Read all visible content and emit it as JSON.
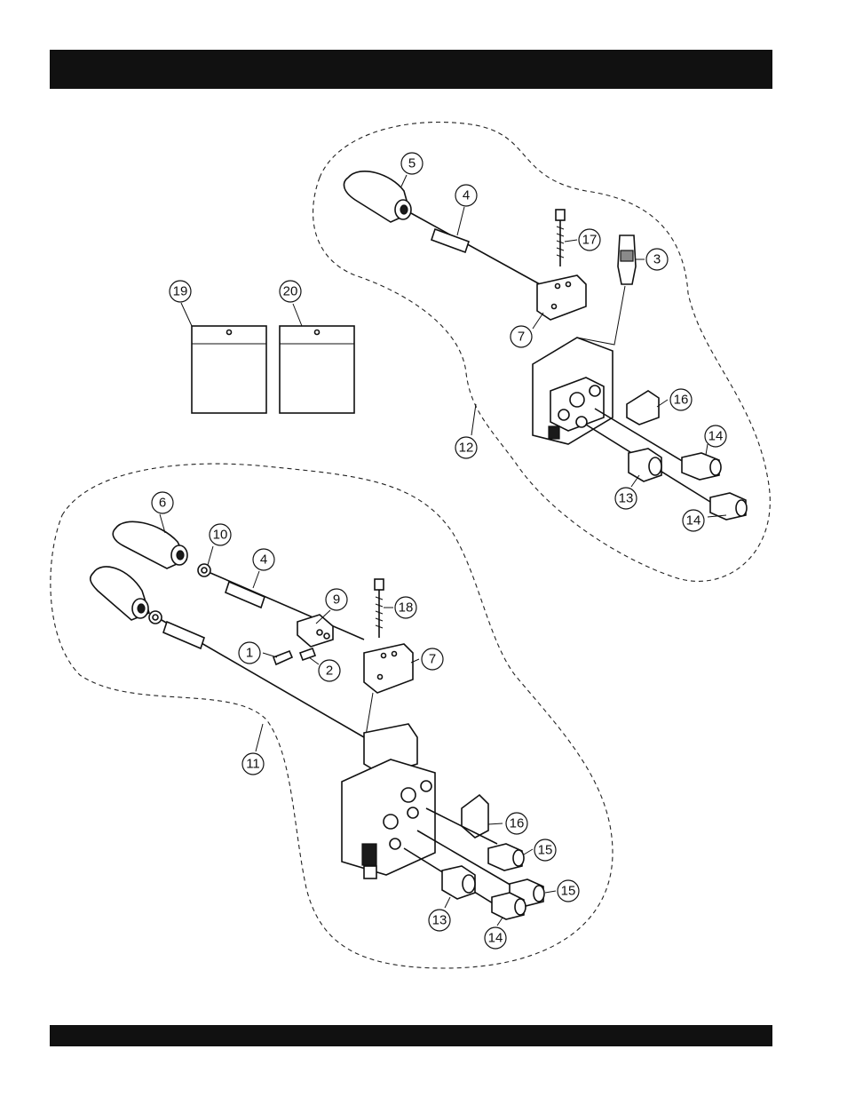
{
  "callouts": {
    "c1": "1",
    "c2": "2",
    "c3": "3",
    "c4a": "4",
    "c4b": "4",
    "c5": "5",
    "c6": "6",
    "c7a": "7",
    "c7b": "7",
    "c9": "9",
    "c10": "10",
    "c11": "11",
    "c12": "12",
    "c13a": "13",
    "c13b": "13",
    "c14a": "14",
    "c14b": "14",
    "c14c": "14",
    "c15a": "15",
    "c15b": "15",
    "c16a": "16",
    "c16b": "16",
    "c17": "17",
    "c18": "18",
    "c19": "19",
    "c20": "20"
  }
}
